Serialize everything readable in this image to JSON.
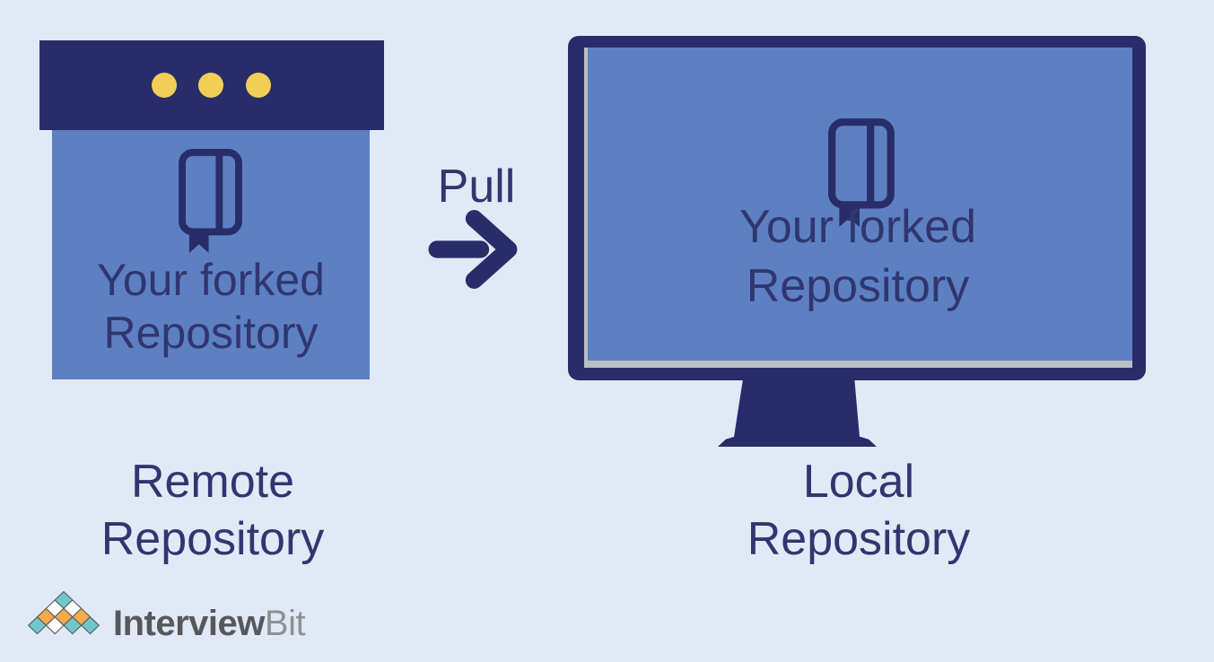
{
  "colors": {
    "background": "#e2e9f6",
    "navy": "#282d69",
    "panel_blue": "#5d80c2",
    "dot_yellow": "#f2ce58",
    "text_navy": "#313670",
    "bezel_gray": "#b9bdc4",
    "logo_teal": "#6fc9cc",
    "logo_orange": "#f7aa4a",
    "logo_white": "#ffffff",
    "logo_stroke": "#5e6062",
    "logo_text_dark": "#57585c",
    "logo_text_light": "#8e9093"
  },
  "remote": {
    "panel_label_line1": "Your forked",
    "panel_label_line2": "Repository",
    "caption_line1": "Remote",
    "caption_line2": "Repository"
  },
  "arrow": {
    "label": "Pull"
  },
  "local": {
    "panel_label_line1": "Your forked",
    "panel_label_line2": "Repository",
    "caption_line1": "Local",
    "caption_line2": "Repository"
  },
  "logo": {
    "text_bold": "Interview",
    "text_light": "Bit"
  }
}
